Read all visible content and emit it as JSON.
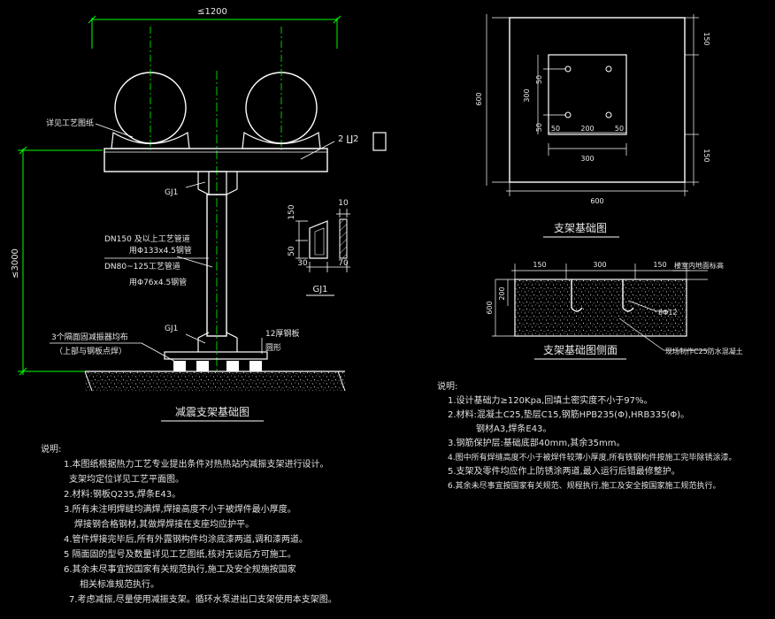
{
  "colors": {
    "background": "#000000",
    "line": "#ffffff",
    "dimension": "#00ff00",
    "text": "#e8e8e8",
    "concrete": "#bbbbbb"
  },
  "left_drawing": {
    "top_dimension": "≤1200",
    "left_dimension": "≤3000",
    "pipe_callout": "详见工艺图纸",
    "plate_label": "2 ∐2",
    "gj1_top": "GJ1",
    "gj1_bottom": "GJ1",
    "pipe_note_1a": "DN150 及以上工艺管道",
    "pipe_note_1b": "用Φ133x4.5钢管",
    "pipe_note_2a": "DN80~125工艺管道",
    "pipe_note_2b": "用Φ76x4.5钢管",
    "base_note_a": "3个隔面固减振器均布",
    "base_note_b": "（上部与钢板点焊）",
    "base_plate_a": "12厚钢板",
    "base_plate_b": "圆形",
    "title": "减震支架基础图"
  },
  "detail_gj1": {
    "dim_150": "150",
    "dim_50": "50",
    "dim_30": "30",
    "dim_70": "70",
    "dim_10": "10",
    "label": "GJ1"
  },
  "plan_view": {
    "dim_top_150": "150",
    "dim_bottom_150": "150",
    "dim_600_left": "600",
    "dim_600_bottom": "600",
    "dim_300_vertical": "300",
    "dim_300_horizontal": "300",
    "dim_200": "200",
    "dim_50_a": "50",
    "dim_50_b": "50",
    "dim_50_c": "50",
    "dim_50_d": "50",
    "title": "支架基础图"
  },
  "section_view": {
    "dim_150_left": "150",
    "dim_300": "300",
    "dim_150_right": "150",
    "dim_200": "200",
    "dim_600": "600",
    "top_label": "楼室内地面标高",
    "rebar_label": "8Φ12",
    "concrete_label": "现场制作C25防水混凝土",
    "title": "支架基础图侧面"
  },
  "notes_right": {
    "heading": "说明:",
    "lines": [
      "1.设计基础力≥120Kpa,回填土密实度不小于97%。",
      "2.材料:混凝土C25,垫层C15,钢筋HPB235(Φ),HRB335(Φ)。",
      "钢材A3,焊条E43。",
      "3.钢筋保护层:基础底部40mm,其余35mm。",
      "4.图中所有焊缝高度不小于被焊件较薄小厚度,所有铁钢构件按施工完毕除锈涂漆。",
      "5.支架及零件均应作上防锈涂两道,最入运行后错最修整护。",
      "6.其余未尽事宜按国家有关规范、规程执行,施工及安全按国家施工规范执行。"
    ]
  },
  "notes_left": {
    "heading": "说明:",
    "lines": [
      "1.本图纸根据热力工艺专业提出条件对热热站内减振支架进行设计。",
      "支架均定位详见工艺平面图。",
      "2.材料:钢板Q235,焊条E43。",
      "3.所有未注明焊缝均满焊,焊接高度不小于被焊件最小厚度。",
      "焊接钢合格钢材,其做焊焊接在支座均应护平。",
      "4.管件焊接完毕后,所有外露钢构件均涂底漆两道,调和漆两道。",
      "5 隔面固的型号及数量详见工艺图纸,核对无误后方可施工。",
      "6.其余未尽事宜按国家有关规范执行,施工及安全规施按国家",
      "相关标准规范执行。",
      "7.考虑减振,尽量使用减振支架。循环水泵进出口支架使用本支架图。"
    ]
  }
}
